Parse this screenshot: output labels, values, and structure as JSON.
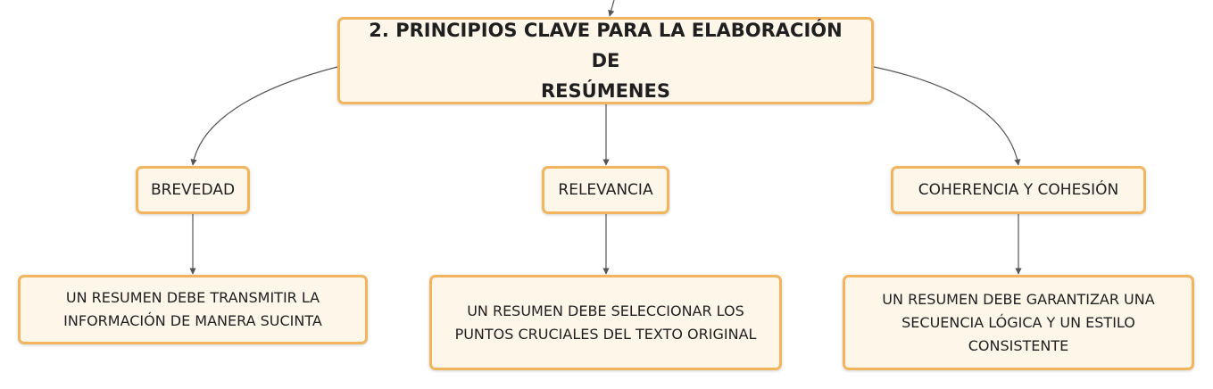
{
  "main_topic": {
    "label_line1": "2. PRINCIPIOS CLAVE PARA LA ELABORACIÓN DE",
    "label_line2": "RESÚMENES"
  },
  "branches": [
    {
      "title": "BREVEDAD",
      "description_lines": [
        "UN RESUMEN DEBE TRANSMITIR LA",
        "INFORMACIÓN DE MANERA SUCINTA"
      ]
    },
    {
      "title": "RELEVANCIA",
      "description_lines": [
        "UN RESUMEN DEBE SELECCIONAR LOS",
        "PUNTOS CRUCIALES DEL TEXTO ORIGINAL"
      ]
    },
    {
      "title": "COHERENCIA Y COHESIÓN",
      "description_lines": [
        "UN RESUMEN DEBE GARANTIZAR UNA",
        "SECUENCIA LÓGICA Y UN ESTILO",
        "CONSISTENTE"
      ]
    }
  ],
  "colors": {
    "node_fill": "#fff6ea",
    "node_border": "#f3b45e",
    "connector": "#555555"
  }
}
